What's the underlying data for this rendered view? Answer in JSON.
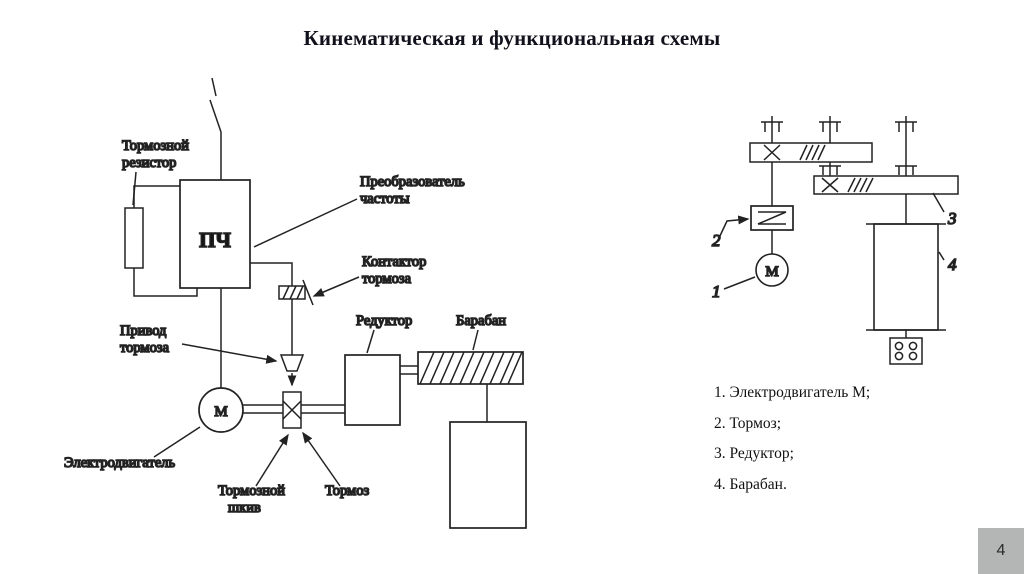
{
  "title": "Кинематическая и функциональная схемы",
  "page": {
    "number": "4"
  },
  "colors": {
    "line": "#222222",
    "page_badge": "#b4b6b5"
  },
  "kinematic": {
    "converter_text": "ПЧ",
    "motor_text": "М",
    "labels": {
      "brake_resistor": [
        "Тормозной",
        "резистор"
      ],
      "frequency_converter": [
        "Преобразователь",
        "частоты"
      ],
      "brake_contactor": [
        "Контактор",
        "тормоза"
      ],
      "brake_drive": [
        "Привод",
        "тормоза"
      ],
      "reducer": "Редуктор",
      "drum": "Барабан",
      "motor": "Электродвигатель",
      "brake_pulley": [
        "Тормозной",
        "шкив"
      ],
      "brake": "Тормоз"
    }
  },
  "functional": {
    "motor_text": "М",
    "callouts": {
      "motor": "1",
      "brake": "2",
      "reducer": "3",
      "drum": "4"
    },
    "legend": [
      "1. Электродвигатель М;",
      "2. Тормоз;",
      "3. Редуктор;",
      "4. Барабан."
    ]
  }
}
